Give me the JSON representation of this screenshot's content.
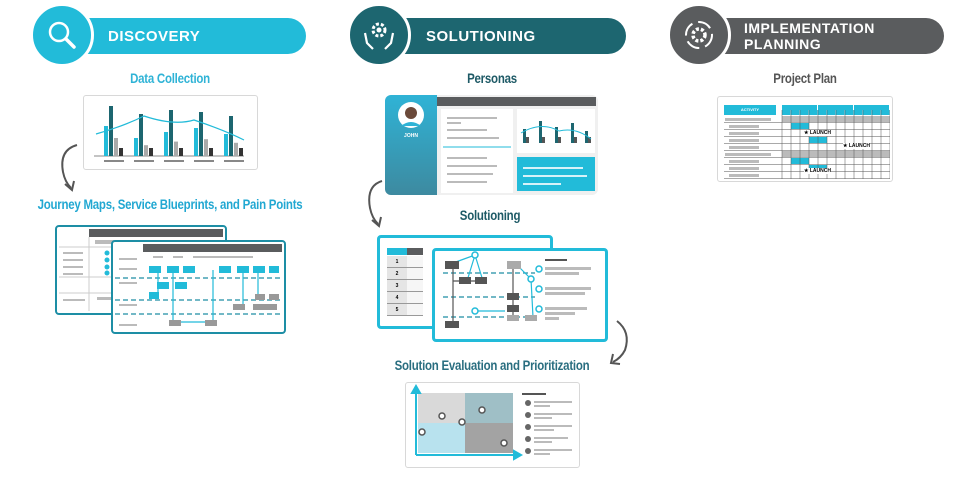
{
  "phases": [
    {
      "label": "DISCOVERY",
      "color": "#22bbd9",
      "icon": "magnifier-icon"
    },
    {
      "label": "SOLUTIONING",
      "color": "#1d6670",
      "icon": "gear-hands-icon"
    },
    {
      "label_line1": "IMPLEMENTATION",
      "label_line2": "PLANNING",
      "color": "#5a5c5e",
      "icon": "cycle-gear-icon"
    }
  ],
  "sections": {
    "data_collection": "Data Collection",
    "journey_maps": "Journey Maps, Service Blueprints, and Pain Points",
    "personas": "Personas",
    "solutioning": "Solutioning",
    "evaluation": "Solution Evaluation and Prioritization",
    "project_plan": "Project Plan"
  },
  "persona": {
    "name": "JOHN"
  },
  "project_plan": {
    "activity_header": "ACTIVITY",
    "launch": "LAUNCH"
  },
  "solution_rows": [
    "1",
    "2",
    "3",
    "4",
    "5"
  ],
  "colors": {
    "cyan": "#22bbd9",
    "teal": "#1d6670",
    "gray": "#5a5c5e"
  }
}
